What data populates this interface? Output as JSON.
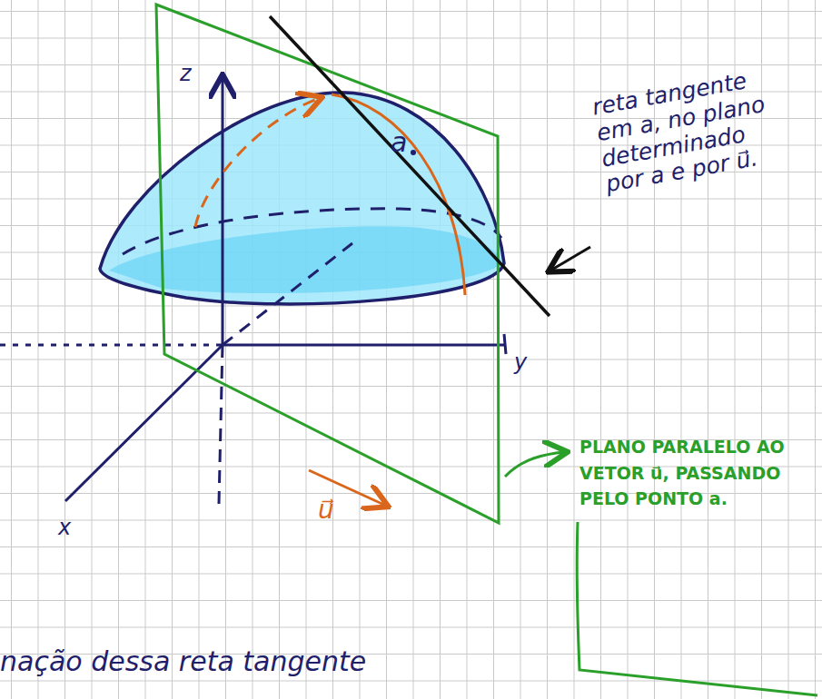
{
  "diagram": {
    "labels": [
      "z",
      "y",
      "x",
      "a",
      "u⃗",
      "reta tangente em a, no plano determinado por a e por u⃗.",
      "PLANO PARALELO AO VETOR u⃗, PASSANDO PELO PONTO a.",
      "nação dessa reta tangente"
    ]
  }
}
